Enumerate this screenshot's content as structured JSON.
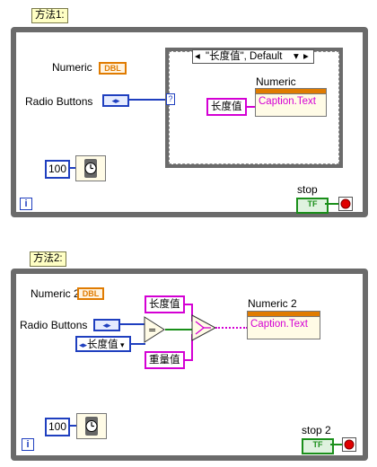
{
  "method1": {
    "note": "方法1:",
    "numeric_label": "Numeric",
    "numeric_term": "DBL",
    "radio_label": "Radio Buttons",
    "case_selector": "\"长度值\", Default",
    "case_tunnel": "?",
    "string_const": "长度值",
    "prop_title": "Numeric",
    "prop_item": "Caption.Text",
    "wait_const": "100",
    "stop_label": "stop",
    "stop_term": "TF",
    "info": "i"
  },
  "method2": {
    "note": "方法2:",
    "numeric_label": "Numeric 2",
    "numeric_term": "DBL",
    "radio_label": "Radio Buttons",
    "enum_const": "长度值",
    "string_const_a": "长度值",
    "string_const_b": "重量值",
    "equal_symbol": "=",
    "prop_title": "Numeric 2",
    "prop_item": "Caption.Text",
    "wait_const": "100",
    "stop_label": "stop 2",
    "stop_term": "TF",
    "info": "i"
  },
  "colors": {
    "loop_border": "#6b6b6b",
    "string_wire": "#d400d4",
    "numeric": "#e07b00",
    "enum": "#1f3fbf",
    "boolean": "#1a8f1a",
    "note_bg": "#ffffc4"
  },
  "icons": [
    "timer-icon",
    "stop-terminal-icon",
    "select-function-icon",
    "equal-function-icon"
  ]
}
